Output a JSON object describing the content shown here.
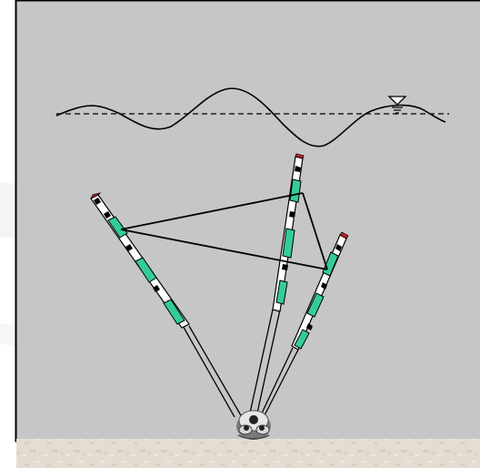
{
  "scene": {
    "subject": "underwater-wave-sensor-array",
    "colors": {
      "background_outer": "#ffffff",
      "water": "#c6c6c6",
      "frame": "#000000",
      "seabed": "#e2ddd2",
      "pole_marker": "#33cc99",
      "pole_tip": "#cc2222",
      "wave_line": "#000000"
    },
    "elements": {
      "wave": "sinusoidal-wave-icon",
      "still_water_line": "dashed-line",
      "water_level_symbol": "inverted-triangle-icon",
      "poles": 3,
      "base": "tripod-mount-icon"
    }
  }
}
